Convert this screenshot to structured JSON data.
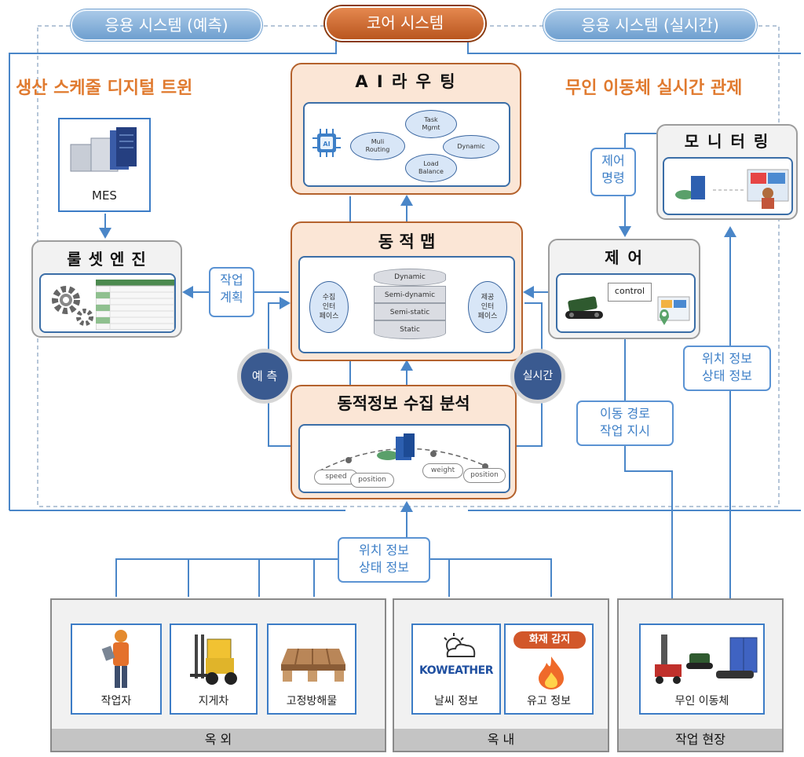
{
  "header": {
    "left_pill": "응용 시스템 (예측)",
    "center_pill": "코어 시스템",
    "right_pill": "응용 시스템 (실시간)"
  },
  "regions": {
    "left_title": "생산 스케줄 디지털 트윈",
    "right_title": "무인 이동체 실시간 관제"
  },
  "ai_routing": {
    "title": "A I   라 우 팅",
    "chip_label": "AI",
    "nodes": {
      "multi": "Muli\nRouting",
      "task": "Task\nMgmt",
      "dynamic": "Dynamic",
      "load": "Load\nBalance"
    }
  },
  "dynamic_map": {
    "title": "동 적 맵",
    "collect_interface": "수집\n인터\n페이스",
    "provide_interface": "제공\n인터\n페이스",
    "layers": [
      "Dynamic",
      "Semi-dynamic",
      "Semi-static",
      "Static"
    ]
  },
  "analysis": {
    "title": "동적정보 수집 분석",
    "chips": [
      "speed",
      "position",
      "weight",
      "position"
    ]
  },
  "mes": {
    "label": "MES"
  },
  "ruleset": {
    "title": "룰 셋   엔 진"
  },
  "work_plan_tag": "작업\n계획",
  "monitoring": {
    "title": "모 니 터 링"
  },
  "control": {
    "title": "제 어",
    "label": "control"
  },
  "control_command_tag": "제어\n명령",
  "side_circles": {
    "predict": "예 측",
    "realtime": "실시간"
  },
  "tags": {
    "position_status_right": "위치 정보\n상태 정보",
    "move_path": "이동 경로\n작업 지시",
    "position_status_bottom": "위치 정보\n상태 정보"
  },
  "bottom": {
    "outdoor": {
      "footer": "옥 외",
      "cards": [
        "작업자",
        "지게차",
        "고정방해물"
      ]
    },
    "indoor": {
      "footer": "옥 내",
      "cards": [
        "날씨 정보",
        "유고 정보"
      ],
      "fire_badge": "화재 감지",
      "weather_logo": "KOWEATHER"
    },
    "site": {
      "footer": "작업 현장",
      "cards": [
        "무인 이동체"
      ]
    }
  },
  "colors": {
    "accent_orange": "#e07a2f",
    "line_blue": "#4a86c8",
    "core_fill": "#fbe6d6",
    "circle_navy": "#3a5a90"
  }
}
